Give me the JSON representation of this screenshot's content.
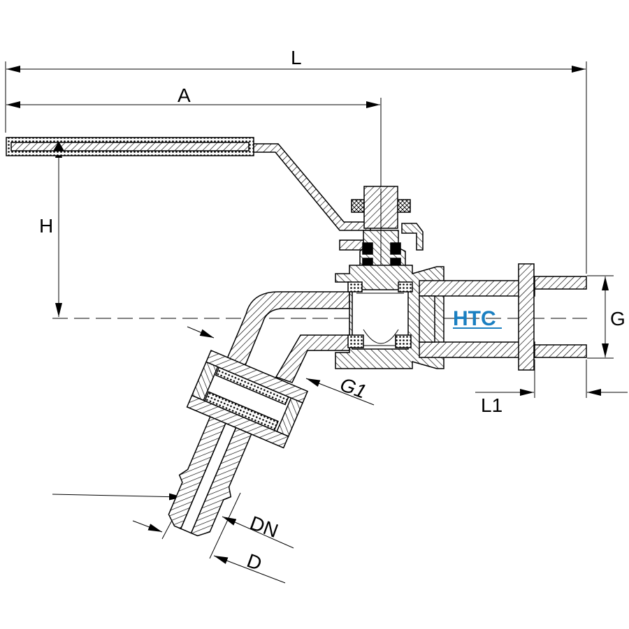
{
  "brand": {
    "text": "HTC",
    "color": "#1a7fc1"
  },
  "labels": {
    "L": "L",
    "A": "A",
    "H": "H",
    "G": "G",
    "G1": "G1",
    "L1": "L1",
    "DN": "DN",
    "D": "D"
  },
  "colors": {
    "line": "#000000",
    "background": "#ffffff"
  }
}
